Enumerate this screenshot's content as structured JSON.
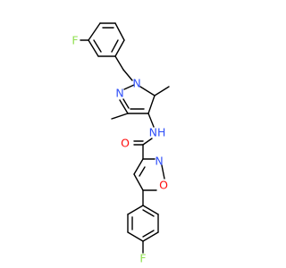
{
  "molecule": {
    "atoms": [
      {
        "id": "f_top",
        "text": "F",
        "color": "#90e050"
      },
      {
        "id": "n_pyr1",
        "text": "N",
        "color": "#3050f8"
      },
      {
        "id": "n_pyr2",
        "text": "N",
        "color": "#3050f8"
      },
      {
        "id": "nh",
        "text": "NH",
        "color": "#3050f8"
      },
      {
        "id": "o_carbonyl",
        "text": "O",
        "color": "#ff0d0d"
      },
      {
        "id": "n_isox",
        "text": "N",
        "color": "#3050f8"
      },
      {
        "id": "o_isox",
        "text": "O",
        "color": "#ff0d0d"
      },
      {
        "id": "f_bottom",
        "text": "F",
        "color": "#90e050"
      }
    ],
    "bond_color": "#000000",
    "background": "#ffffff"
  }
}
